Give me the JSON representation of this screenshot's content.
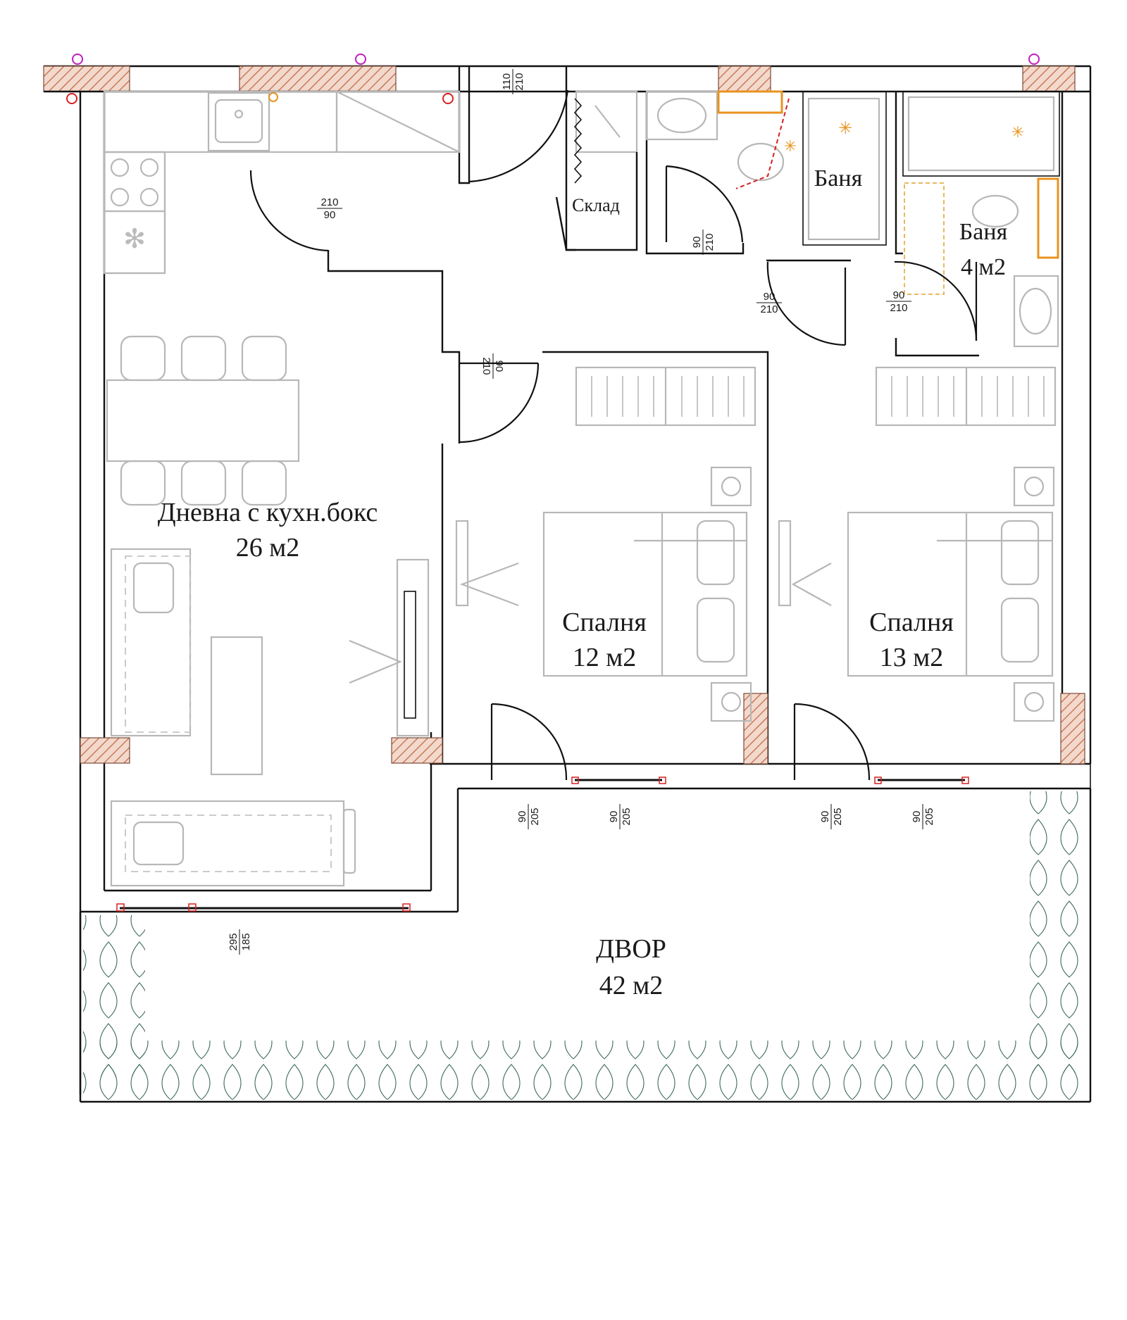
{
  "rooms": [
    {
      "id": "living",
      "name": "Дневна с кухн.бокс",
      "area": "26 м2"
    },
    {
      "id": "storage",
      "name": "Склад",
      "area": ""
    },
    {
      "id": "bath1",
      "name": "Баня",
      "area": ""
    },
    {
      "id": "bath2",
      "name": "Баня",
      "area": "4 м2"
    },
    {
      "id": "bedroom1",
      "name": "Спалня",
      "area": "12 м2"
    },
    {
      "id": "bedroom2",
      "name": "Спалня",
      "area": "13 м2"
    },
    {
      "id": "yard",
      "name": "ДВОР",
      "area": "42 м2"
    }
  ],
  "door_dimensions": [
    {
      "top": "110",
      "bottom": "210"
    },
    {
      "top": "210",
      "bottom": "90"
    },
    {
      "top": "90",
      "bottom": "210"
    },
    {
      "top": "90",
      "bottom": "210"
    },
    {
      "top": "90",
      "bottom": "210"
    },
    {
      "top": "90",
      "bottom": "210"
    },
    {
      "top": "90",
      "bottom": "205"
    },
    {
      "top": "90",
      "bottom": "205"
    },
    {
      "top": "90",
      "bottom": "205"
    },
    {
      "top": "90",
      "bottom": "205"
    },
    {
      "top": "295",
      "bottom": "185"
    }
  ],
  "colors": {
    "wall": "#111111",
    "furniture": "#b7b7b7",
    "hedge": "#3d6b57",
    "brick_hatch": "#c87a5c",
    "fixture_accent": "#e8931e",
    "marker_red": "#d62020",
    "marker_magenta": "#c21ec2"
  }
}
